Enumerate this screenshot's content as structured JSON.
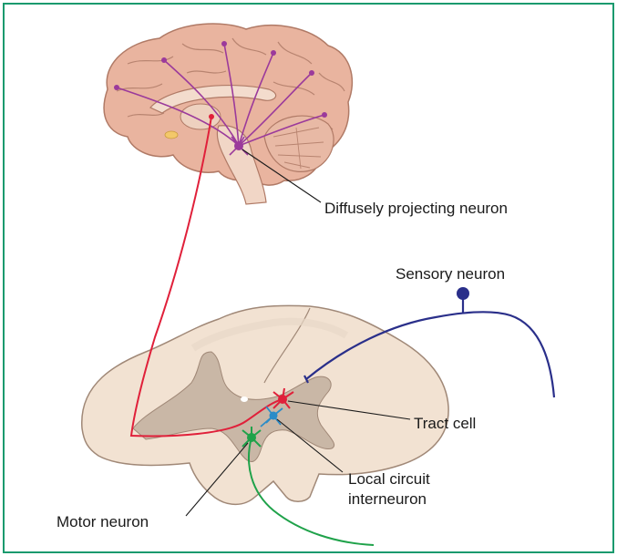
{
  "labels": {
    "diffuse": "Diffusely projecting neuron",
    "sensory": "Sensory neuron",
    "tract": "Tract cell",
    "local_line1": "Local circuit",
    "local_line2": "interneuron",
    "motor": "Motor neuron"
  },
  "colors": {
    "frame": "#1a9a6e",
    "brain_fill": "#e9b49f",
    "brain_stroke": "#b07a66",
    "cord_fill": "#f2e2d2",
    "cord_stroke": "#a08877",
    "gray_matter": "#c9b7a6",
    "diffuse_neuron": "#9b3a9b",
    "tract_neuron": "#e0203a",
    "sensory_neuron": "#2a2f8a",
    "interneuron": "#2a8cc8",
    "motor_neuron": "#1fa24a",
    "leader_line": "#1a1a1a"
  }
}
